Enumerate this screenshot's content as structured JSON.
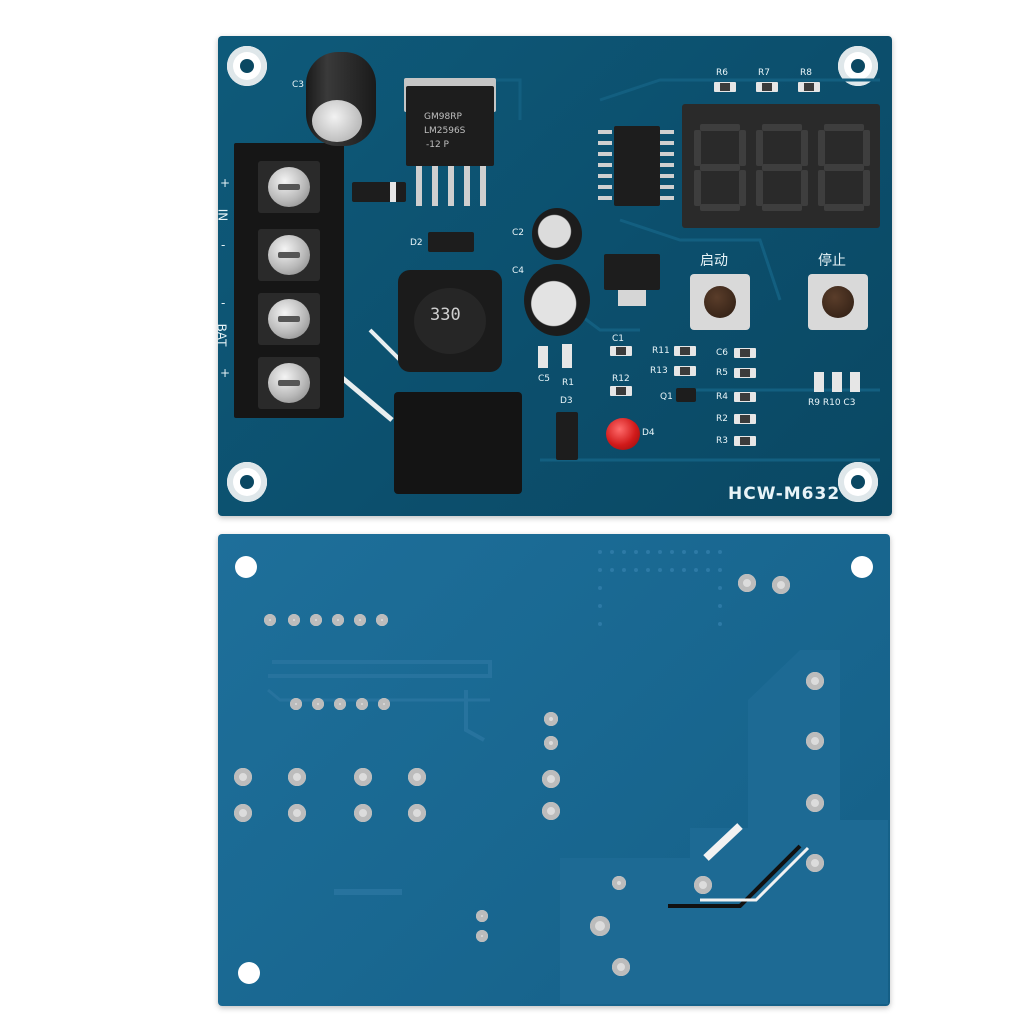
{
  "front": {
    "model_label": "HCW-M632",
    "start_label": "启动",
    "stop_label": "停止",
    "inductor_value": "330",
    "regulator_line1": "GM98RP",
    "regulator_line2": "LM2596S",
    "regulator_line3": "-12  P",
    "terminal_labels": {
      "in_plus": "+",
      "in_text": "IN",
      "in_minus": "-",
      "bat_minus": "-",
      "bat_text": "BAT",
      "bat_plus": "+"
    },
    "refs": {
      "c3_top": "C3",
      "c2": "C2",
      "c4": "C4",
      "c5": "C5",
      "c1": "C1",
      "c6": "C6",
      "d2": "D2",
      "d3": "D3",
      "d4": "D4",
      "r1": "R1",
      "r2": "R2",
      "r3": "R3",
      "r4": "R4",
      "r5": "R5",
      "r6": "R6",
      "r7": "R7",
      "r8": "R8",
      "r11": "R11",
      "r12": "R12",
      "r13": "R13",
      "q1": "Q1",
      "r9_r10_c3": "R9 R10 C3"
    }
  },
  "colors": {
    "front_board": "#0c4f6d",
    "back_board": "#18668f",
    "silkscreen": "#e8f4f8",
    "led": "#d11a1a"
  }
}
